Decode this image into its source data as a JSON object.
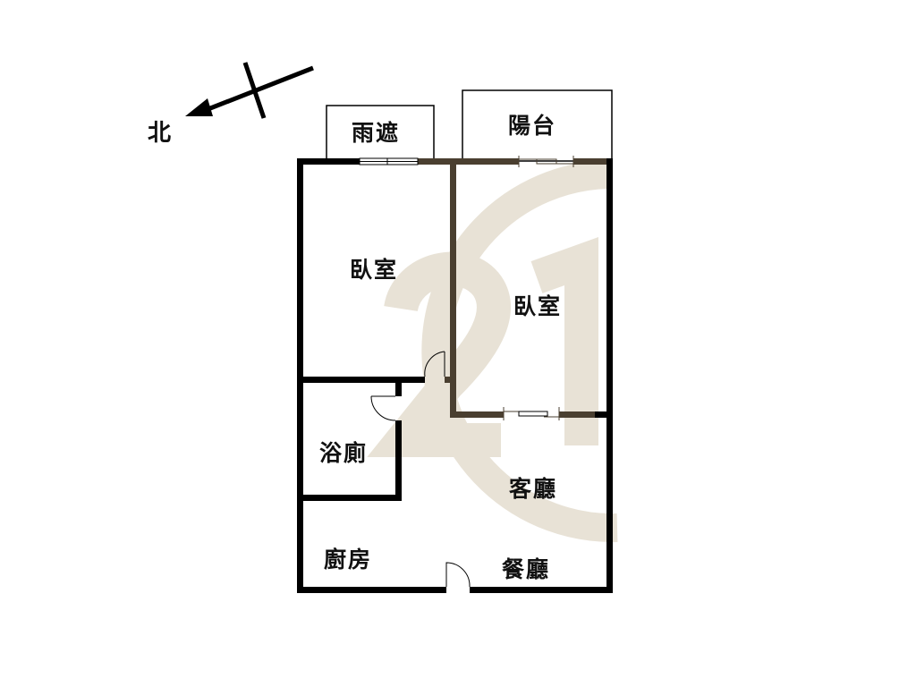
{
  "compass": {
    "north_label": "北",
    "icon": "north-arrow-icon"
  },
  "rooms": {
    "canopy": "雨遮",
    "balcony": "陽台",
    "bedroom_1": "臥室",
    "bedroom_2": "臥室",
    "bathroom": "浴廁",
    "living_room": "客廳",
    "kitchen": "廚房",
    "dining_room": "餐廳"
  },
  "watermark": {
    "text": "21",
    "icon": "century21-logo-watermark",
    "color": "#e8e2d6"
  },
  "colors": {
    "wall": "#000000",
    "wall_under_watermark": "#4a3f30",
    "background": "#ffffff",
    "label": "#111111"
  }
}
